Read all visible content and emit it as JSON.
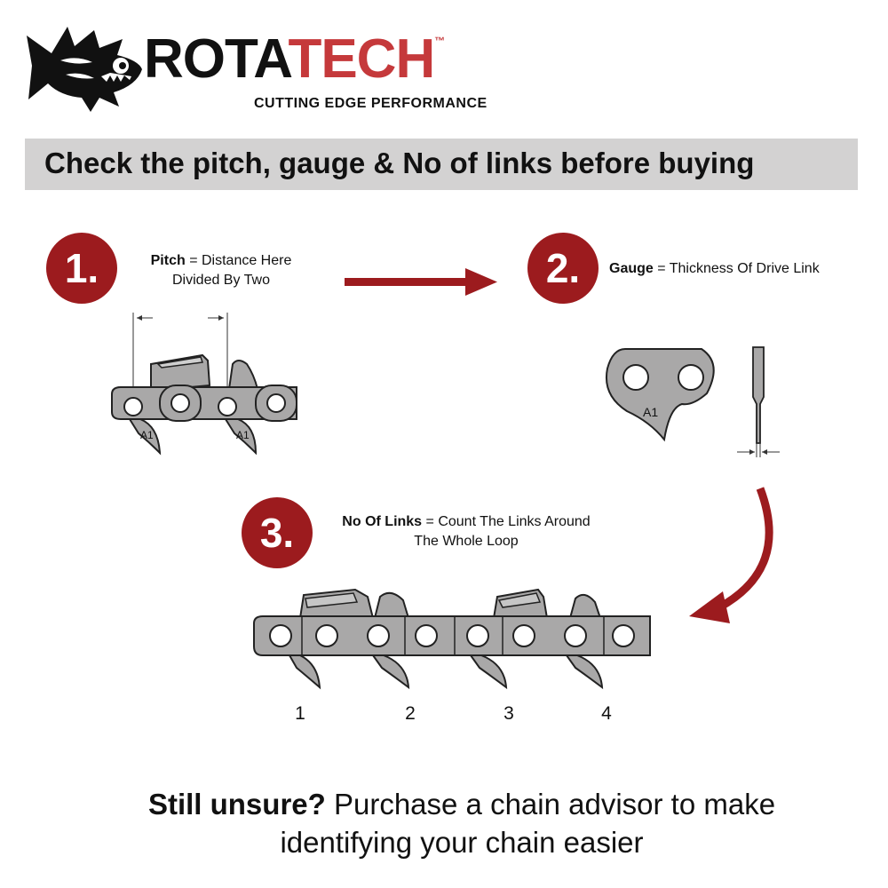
{
  "brand": {
    "name_part1": "ROTA",
    "name_part2": "TECH",
    "trademark": "™",
    "tagline": "CUTTING EDGE PERFORMANCE"
  },
  "banner": {
    "text": "Check the pitch, gauge & No of links before buying"
  },
  "steps": [
    {
      "number": "1.",
      "term": "Pitch",
      "sep": " = ",
      "description_line1": "Distance Here",
      "description_line2": "Divided By Two"
    },
    {
      "number": "2.",
      "term": "Gauge",
      "sep": " = ",
      "description_line1": "Thickness Of Drive Link",
      "description_line2": ""
    },
    {
      "number": "3.",
      "term": "No Of Links",
      "sep": " = ",
      "description_line1": "Count The Links Around",
      "description_line2": "The Whole Loop"
    }
  ],
  "link_labels": {
    "pitch_left": "A1",
    "pitch_right": "A1",
    "gauge_link": "A1"
  },
  "link_count_labels": [
    "1",
    "2",
    "3",
    "4"
  ],
  "footer": {
    "bold": "Still unsure?",
    "rest_line1": " Purchase a chain advisor to make",
    "line2": "identifying your chain easier"
  },
  "colors": {
    "accent_red": "#9c1b1e",
    "brand_red": "#c5393b",
    "metal_gray": "#a9a8a8",
    "banner_gray": "#d3d2d2"
  }
}
